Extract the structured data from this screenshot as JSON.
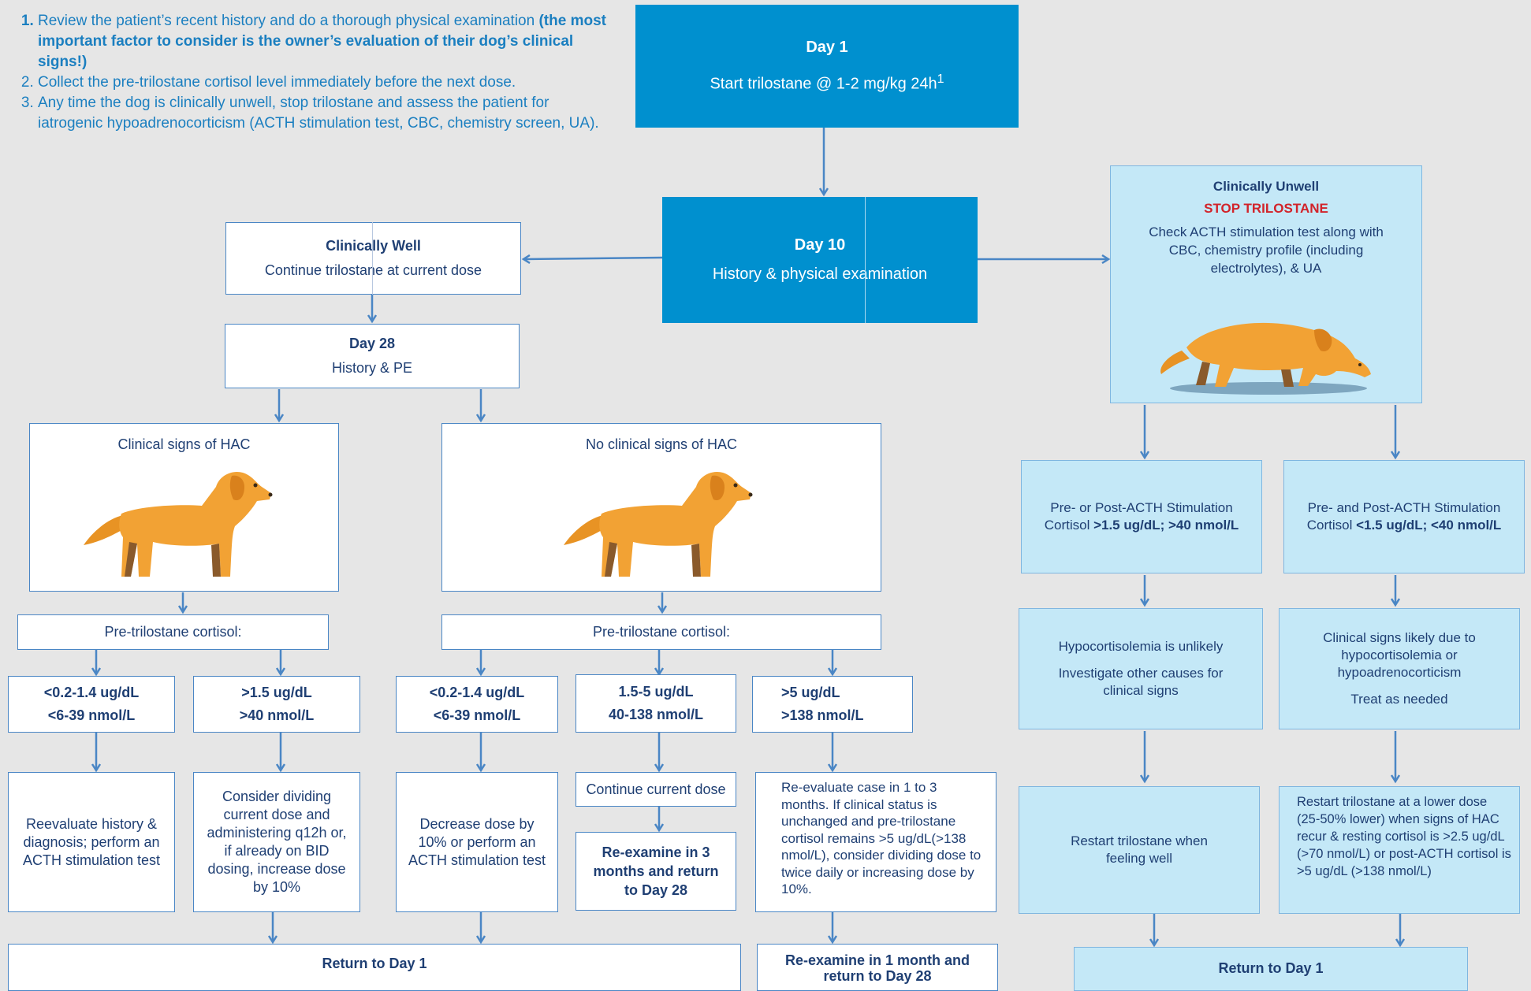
{
  "colors": {
    "primary_blue": "#0090cf",
    "light_blue": "#c4e8f7",
    "navy_text": "#1f3f73",
    "arrow": "#4a86c5",
    "stop_red": "#d2232a",
    "dog_orange": "#f2a234",
    "background": "#e6e6e6"
  },
  "intro": {
    "items": [
      {
        "number": "1.",
        "text": "Review the patient’s recent history and do a thorough physical examination",
        "bold": "(the most important factor to consider is the owner’s evaluation of their dog’s clinical signs!)"
      },
      {
        "number": "2.",
        "text": "Collect the pre-trilostane cortisol level immediately before the next dose."
      },
      {
        "number": "3.",
        "text": "Any time the dog is clinically unwell, stop trilostane and assess the patient for iatrogenic hypoadrenocorticism (ACTH stimulation test, CBC, chemistry screen, UA)."
      }
    ]
  },
  "day1": {
    "title": "Day 1",
    "text": "Start trilostane @ 1-2 mg/kg 24h",
    "sup": "1"
  },
  "day10": {
    "title": "Day 10",
    "text": "History & physical examination"
  },
  "well": {
    "title": "Clinically Well",
    "text": "Continue trilostane at current dose"
  },
  "day28": {
    "title": "Day 28",
    "text": "History & PE"
  },
  "unwell": {
    "title": "Clinically Unwell",
    "stop": "STOP TRILOSTANE",
    "text": "Check ACTH stimulation test along with CBC, chemistry profile (including electrolytes), & UA"
  },
  "hac": {
    "signs": "Clinical signs of HAC",
    "no_signs": "No clinical signs of HAC"
  },
  "pre_cortisol": {
    "label": "Pre-trilostane cortisol:"
  },
  "ranges": {
    "low_ug": "<0.2-1.4 ug/dL",
    "low_nmol": "<6-39 nmol/L",
    "high_ug": ">1.5 ug/dL",
    "high_nmol": ">40 nmol/L",
    "mid_ug": "1.5-5 ug/dL",
    "mid_nmol": "40-138 nmol/L",
    "vhigh_ug": ">5 ug/dL",
    "vhigh_nmol": ">138 nmol/L"
  },
  "actions": {
    "reevaluate": "Reevaluate history & diagnosis; perform an ACTH stimulation test",
    "dividing": "Consider dividing current dose and administering q12h or, if already on BID dosing, increase dose by 10%",
    "decrease": "Decrease dose by 10% or perform an ACTH stimulation test",
    "continue": "Continue current dose",
    "reexam3": "Re-examine in 3 months and return to Day 28",
    "reevaluate_case": "Re-evaluate case in 1 to 3 months. If clinical status is unchanged and pre-trilostane cortisol remains >5 ug/dL(>138 nmol/L), consider dividing dose to twice daily or increasing dose by 10%.",
    "reexam1": "Re-examine in 1 month and return to Day 28",
    "return_day1": "Return to Day 1"
  },
  "acth": {
    "pre_or_post": "Pre- or Post-ACTH Stimulation Cortisol",
    "pre_or_post_bold": ">1.5 ug/dL; >40 nmol/L",
    "pre_and_post": "Pre- and Post-ACTH Stimulation Cortisol",
    "pre_and_post_bold": "<1.5 ug/dL; <40 nmol/L"
  },
  "unwell_results": {
    "unlikely": "Hypocortisolemia is unlikely",
    "investigate": "Investigate other causes for clinical signs",
    "likely": "Clinical signs likely due to hypocortisolemia or hypoadrenocorticism",
    "treat": "Treat as needed",
    "restart_well": "Restart trilostane when feeling well",
    "restart_lower": "Restart trilostane at a lower dose (25-50% lower) when signs of HAC recur & resting cortisol is >2.5 ug/dL (>70 nmol/L) or post-ACTH cortisol is >5 ug/dL (>138 nmol/L)",
    "return_day1": "Return to Day 1"
  }
}
